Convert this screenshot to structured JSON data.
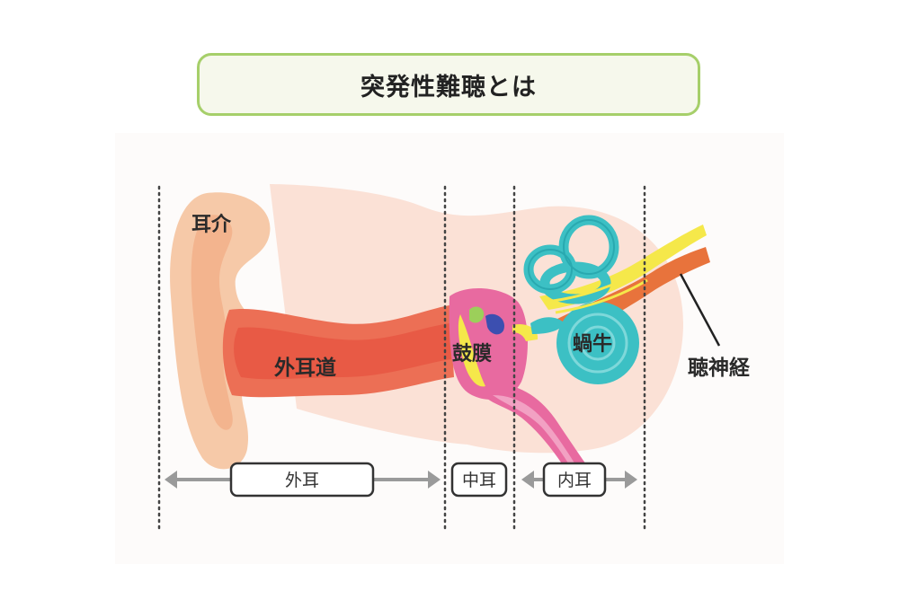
{
  "title": "突発性難聴とは",
  "labels": {
    "pinna": "耳介",
    "ear_canal": "外耳道",
    "eardrum": "鼓膜",
    "cochlea": "蝸牛",
    "auditory_nerve": "聴神経"
  },
  "sections": {
    "outer": "外耳",
    "middle": "中耳",
    "inner": "内耳"
  },
  "colors": {
    "title_border": "#a6cf6a",
    "ear_skin": "#f6c9a8",
    "canal": "#ec6f55",
    "tube": "#e86aa0",
    "cochlea": "#3cc0c4",
    "nerve": "#f5e84a",
    "nerve_orange": "#e8733c"
  }
}
